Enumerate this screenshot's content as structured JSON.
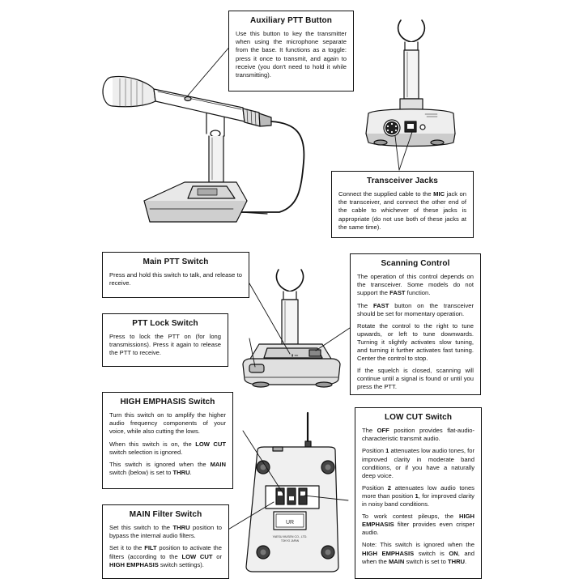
{
  "boxes": {
    "aux_ptt": {
      "title": "Auxiliary PTT Button",
      "p1": "Use this button to key the transmitter when using the microphone separate from the base. It functions as a toggle: press it once to transmit, and again to receive (you don't need to hold it while transmitting)."
    },
    "jacks": {
      "title": "Transceiver Jacks",
      "p1a": "Connect the supplied cable to the ",
      "p1b": "MIC",
      "p1c": " jack on the transceiver, and connect the other end of the cable to whichever of these jacks is appropriate (do not use both of these jacks at the same time)."
    },
    "main_ptt": {
      "title": "Main PTT Switch",
      "p1": "Press and hold this switch to talk, and release to receive."
    },
    "ptt_lock": {
      "title": "PTT Lock Switch",
      "p1": "Press to lock the PTT on (for long transmissions). Press it again to release the PTT to receive."
    },
    "scanning": {
      "title": "Scanning Control",
      "p1": "The operation of this control depends on the transceiver. Some models do not support the ",
      "p1b": "FAST",
      "p1c": " function.",
      "p2a": "The ",
      "p2b": "FAST",
      "p2c": " button on the transceiver should be set for momentary operation.",
      "p3": "Rotate the control to the right to tune upwards, or left to tune downwards. Turning it slightly activates slow tuning, and turning it further activates fast tuning. Center the control to stop.",
      "p4": "If the squelch is closed, scanning will continue until a signal is found or until you press the PTT."
    },
    "high_emphasis": {
      "title": "HIGH EMPHASIS Switch",
      "p1": "Turn this switch on to amplify the higher audio frequency components of your voice, while also cutting the lows.",
      "p2a": "When this switch is on, the ",
      "p2b": "LOW CUT",
      "p2c": " switch selection is ignored.",
      "p3a": "This switch is ignored when the ",
      "p3b": "MAIN",
      "p3c": " switch (below) is set to ",
      "p3d": "THRU",
      "p3e": "."
    },
    "low_cut": {
      "title": "LOW CUT Switch",
      "p1a": "The ",
      "p1b": "OFF",
      "p1c": " position provides flat-audio-characteristic transmit audio.",
      "p2a": "Position ",
      "p2b": "1",
      "p2c": " attenuates low audio tones, for improved clarity in moderate band conditions, or if you have a naturally deep voice.",
      "p3a": "Position ",
      "p3b": "2",
      "p3c": " attenuates low audio tones more than position ",
      "p3d": "1",
      "p3e": ", for improved clarity in noisy band conditions.",
      "p4a": "To work contest pileups, the ",
      "p4b": "HIGH EMPHASIS",
      "p4c": " filter provides even crisper audio.",
      "p5a": "Note: This switch is ignored when the ",
      "p5b": "HIGH EMPHASIS",
      "p5c": " switch is ",
      "p5d": "ON",
      "p5e": ", and when the ",
      "p5f": "MAIN",
      "p5g": " switch is set to ",
      "p5h": "THRU",
      "p5i": "."
    },
    "main_filter": {
      "title": "MAIN Filter Switch",
      "p1a": "Set this switch to the ",
      "p1b": "THRU",
      "p1c": " position to bypass the internal audio filters.",
      "p2a": "Set it to the ",
      "p2b": "FILT",
      "p2c": " position to activate the filters (according to the ",
      "p2d": "LOW CUT",
      "p2e": " or ",
      "p2f": "HIGH EMPHASIS",
      "p2g": " switch settings)."
    }
  },
  "device_labels": {
    "bottom_sticker": "UR",
    "maker": "YAESU MUSEN CO., LTD.",
    "made_in": "TOKYO JAPAN"
  }
}
